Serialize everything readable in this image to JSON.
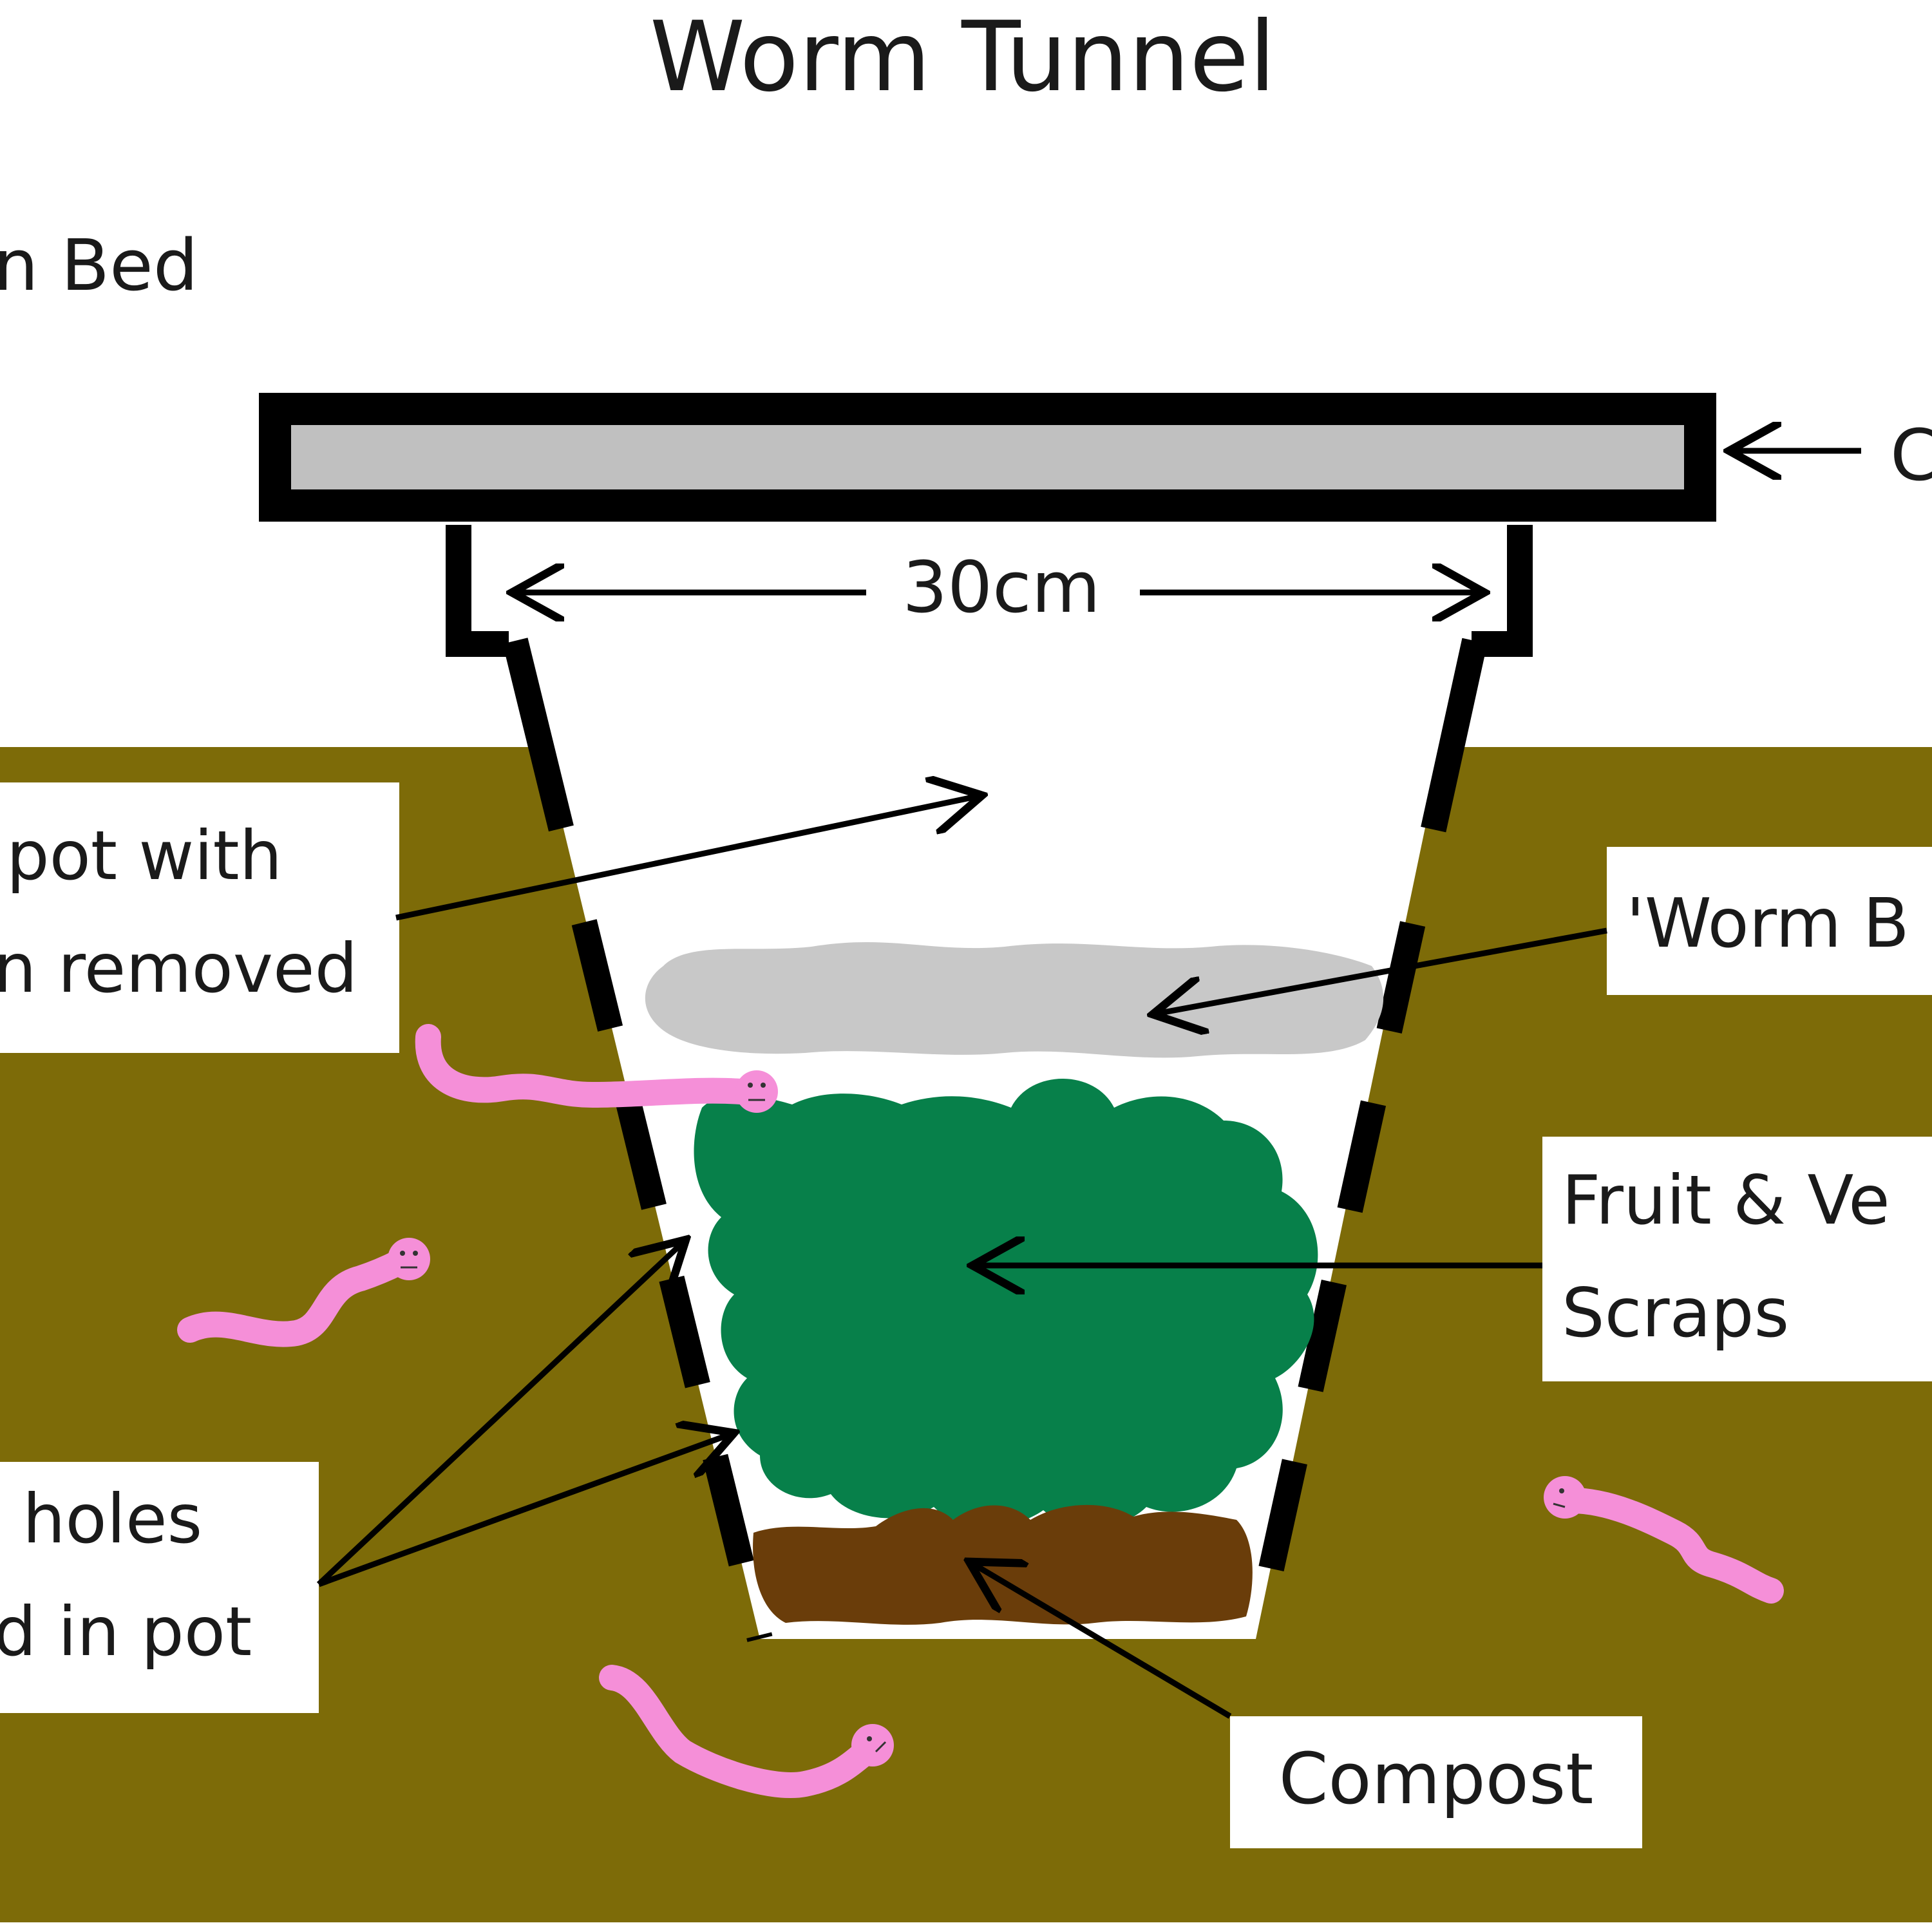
{
  "title": "Worm Tunnel",
  "labels": {
    "bed": "n Bed",
    "cover": "C",
    "width": "30cm",
    "pot_line1": "pot with",
    "pot_line2": "n removed",
    "worm_bedding": "'Worm B",
    "scraps_line1": "Fruit & Ve",
    "scraps_line2": "Scraps",
    "holes_line1": "holes",
    "holes_line2": "d in pot",
    "compost": "Compost"
  },
  "colors": {
    "soil": "#7d6b08",
    "cover_fill": "#c0c0c0",
    "outline": "#000000",
    "bedding": "#c8c8c8",
    "scraps": "#07804a",
    "compost": "#6a3d0a",
    "worm": "#f58fd8",
    "label_box": "#ffffff"
  },
  "icons": [
    "worm-icon"
  ]
}
